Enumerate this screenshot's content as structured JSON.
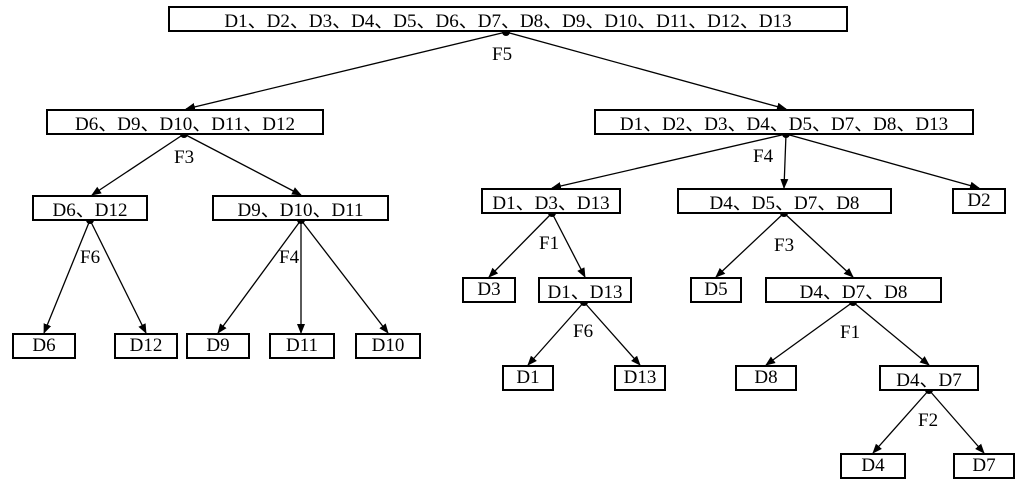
{
  "nodes": {
    "root": "D1、D2、D3、D4、D5、D6、D7、D8、D9、D10、D11、D12、D13",
    "left": "D6、D9、D10、D11、D12",
    "right": "D1、D2、D3、D4、D5、D7、D8、D13",
    "l1": "D6、D12",
    "l2": "D9、D10、D11",
    "l1a": "D6",
    "l1b": "D12",
    "l2a": "D9",
    "l2b": "D11",
    "l2c": "D10",
    "r1": "D1、D3、D13",
    "r2": "D4、D5、D7、D8",
    "r3": "D2",
    "r1a": "D3",
    "r1b": "D1、D13",
    "r1b1": "D1",
    "r1b2": "D13",
    "r2a": "D5",
    "r2b": "D4、D7、D8",
    "r2b1": "D8",
    "r2b2": "D4、D7",
    "r2b2a": "D4",
    "r2b2b": "D7"
  },
  "splits": {
    "root": "F5",
    "left": "F3",
    "right": "F4",
    "l1": "F6",
    "l2": "F4",
    "r1": "F1",
    "r2": "F3",
    "r1b": "F6",
    "r2b": "F1",
    "r2b2": "F2"
  }
}
